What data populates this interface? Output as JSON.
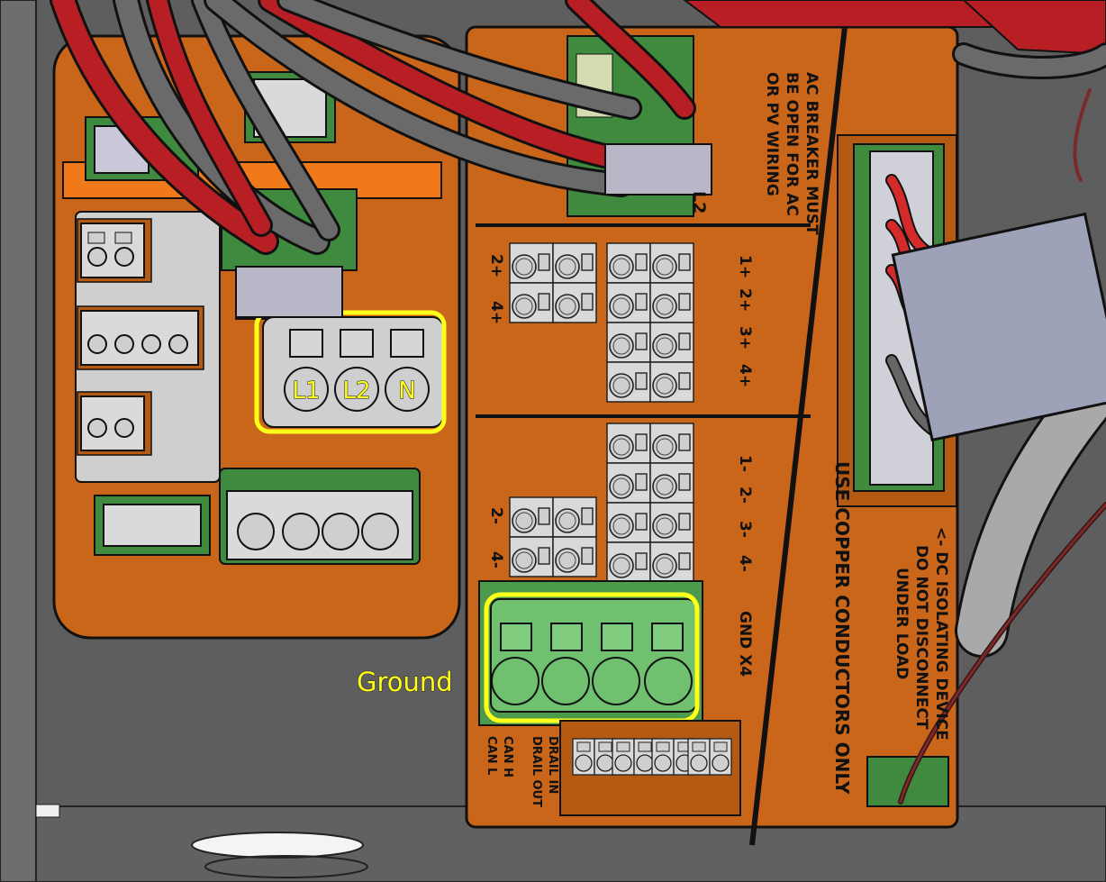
{
  "callouts": {
    "ground": "Ground",
    "l1": "L1",
    "l2": "L2",
    "n": "N"
  },
  "labels": {
    "ac_breaker": [
      "AC BREAKER MUST",
      "BE OPEN FOR AC",
      "OR PV WIRING"
    ],
    "l2_mark": "L2",
    "copper": "USE COPPER CONDUCTORS ONLY",
    "dc_isolating": [
      "<- DC ISOLATING DEVICE",
      "DO NOT DISCONNECT",
      "UNDER LOAD"
    ],
    "pos_right": [
      "1+",
      "2+",
      "3+",
      "4+"
    ],
    "pos_left": [
      "2+",
      "4+"
    ],
    "neg_right": [
      "1-",
      "2-",
      "3-",
      "4-"
    ],
    "neg_left": [
      "2-",
      "4-"
    ],
    "gnd": "GND X4",
    "bottom_left": [
      "DRAIL IN",
      "DRAIL OUT",
      "CAN H",
      "CAN L"
    ]
  },
  "colors": {
    "orange": "#c9661a",
    "orange_dark": "#b45a12",
    "highlight": "#ffff1a",
    "ground_green": "#6fc06f",
    "wire_red": "#b81f24",
    "wire_gray": "#6a6a6a"
  }
}
